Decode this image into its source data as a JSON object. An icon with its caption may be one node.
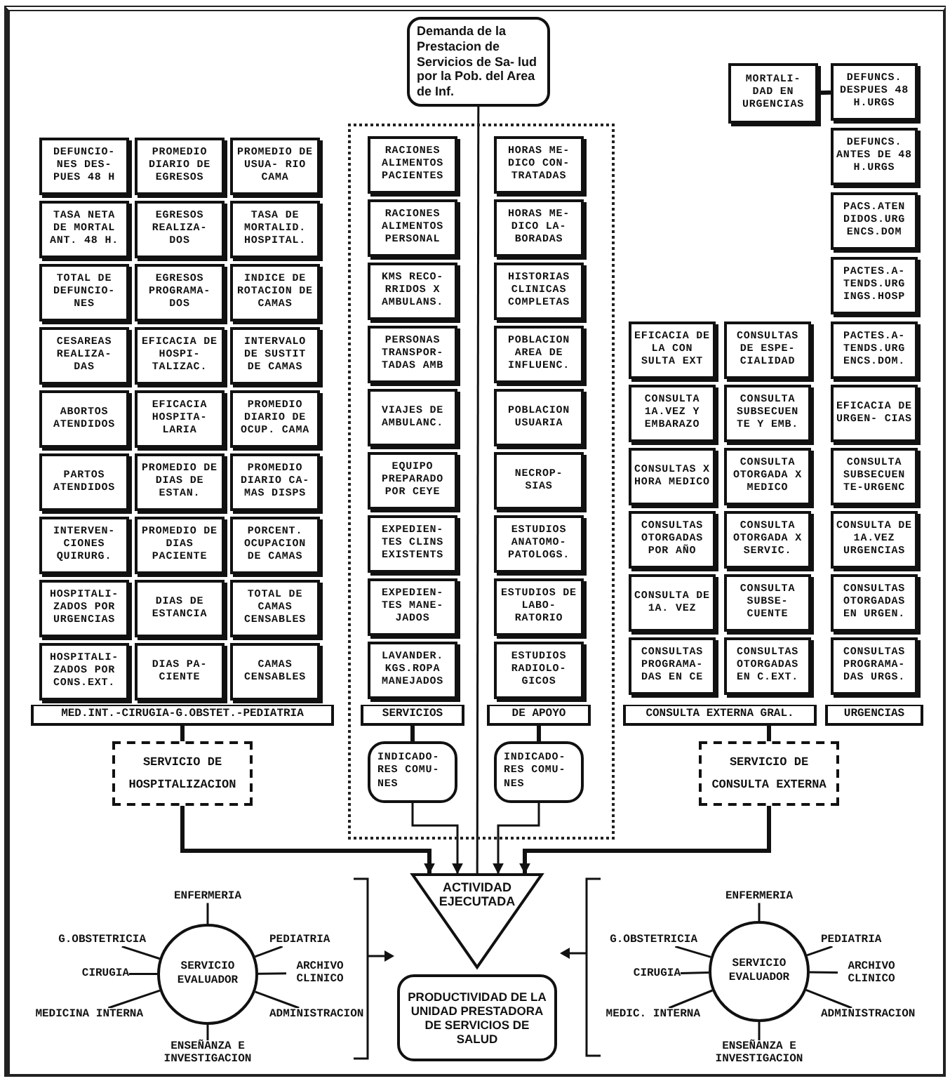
{
  "diagram": {
    "nodes": [
      {
        "text": [
          "Demanda de la Prestacion de Servicios de Sa- lud por la Pob. del Area de Inf."
        ]
      },
      {
        "text": [
          "MORTALI- DAD EN URGENCIAS"
        ]
      },
      {
        "text": [],
        "shape": "box"
      },
      {
        "text": [
          "DEFUNCIO- NES DES- PUES 48 H"
        ]
      },
      {
        "text": [
          "TASA NETA DE MORTAL ANT. 48 H."
        ]
      },
      {
        "text": [
          "TOTAL DE DEFUNCIO- NES"
        ]
      },
      {
        "text": [
          "CESAREAS REALIZA- DAS"
        ]
      },
      {
        "text": [
          "ABORTOS ATENDIDOS"
        ]
      },
      {
        "text": [
          "PARTOS ATENDIDOS"
        ]
      },
      {
        "text": [
          "INTERVEN- CIONES QUIRURG."
        ]
      },
      {
        "text": [
          "HOSPITALI- ZADOS POR URGENCIAS"
        ]
      },
      {
        "text": [
          "HOSPITALI- ZADOS POR CONS.EXT."
        ]
      },
      {
        "text": [
          "PROMEDIO DIARIO DE EGRESOS"
        ]
      },
      {
        "text": [
          "EGRESOS REALIZA- DOS"
        ]
      },
      {
        "text": [
          "EGRESOS PROGRAMA- DOS"
        ]
      },
      {
        "text": [
          "EFICACIA DE HOSPI- TALIZAC."
        ]
      },
      {
        "text": [
          "EFICACIA HOSPITA- LARIA"
        ]
      },
      {
        "text": [
          "PROMEDIO DE DIAS DE ESTAN."
        ]
      },
      {
        "text": [
          "PROMEDIO DE DIAS PACIENTE"
        ]
      },
      {
        "text": [
          "DIAS DE ESTANCIA"
        ]
      },
      {
        "text": [
          "DIAS PA- CIENTE"
        ]
      },
      {
        "text": [
          "PROMEDIO DE USUA- RIO CAMA"
        ]
      },
      {
        "text": [
          "TASA DE MORTALID. HOSPITAL."
        ]
      },
      {
        "text": [
          "INDICE DE ROTACION DE CAMAS"
        ]
      },
      {
        "text": [
          "INTERVALO DE SUSTIT DE CAMAS"
        ]
      },
      {
        "text": [
          "PROMEDIO DIARIO DE OCUP. CAMA"
        ]
      },
      {
        "text": [
          "PROMEDIO DIARIO CA- MAS DISPS"
        ]
      },
      {
        "text": [
          "PORCENT. OCUPACION DE CAMAS"
        ]
      },
      {
        "text": [
          "TOTAL DE CAMAS CENSABLES"
        ]
      },
      {
        "text": [
          "CAMAS CENSABLES"
        ]
      },
      {
        "text": [
          "MED.INT.-CIRUGIA-G.OBSTET.-PEDIATRIA"
        ]
      },
      {
        "text": [
          "RACIONES ALIMENTOS PACIENTES"
        ],
        "in": 2
      },
      {
        "text": [
          "RACIONES ALIMENTOS PERSONAL"
        ],
        "in": 2
      },
      {
        "text": [
          "KMS RECO- RRIDOS X AMBULANS."
        ],
        "in": 2
      },
      {
        "text": [
          "PERSONAS TRANSPOR- TADAS AMB"
        ],
        "in": 2
      },
      {
        "text": [
          "VIAJES DE AMBULANC."
        ],
        "in": 2
      },
      {
        "text": [
          "EQUIPO PREPARADO POR CEYE"
        ],
        "in": 2
      },
      {
        "text": [
          "EXPEDIEN- TES CLINS EXISTENTS"
        ],
        "in": 2
      },
      {
        "text": [
          "EXPEDIEN- TES MANE- JADOS"
        ],
        "in": 2
      },
      {
        "text": [
          "LAVANDER. KGS.ROPA MANEJADOS"
        ],
        "in": 2
      },
      {
        "text": [
          "SERVICIOS"
        ],
        "in": 2
      },
      {
        "text": [
          "HORAS ME- DICO CON- TRATADAS"
        ],
        "in": 2
      },
      {
        "text": [
          "HORAS ME- DICO LA- BORADAS"
        ],
        "in": 2
      },
      {
        "text": [
          "HISTORIAS CLINICAS COMPLETAS"
        ],
        "in": 2
      },
      {
        "text": [
          "POBLACION AREA DE INFLUENC."
        ],
        "in": 2
      },
      {
        "text": [
          "POBLACION USUARIA"
        ],
        "in": 2
      },
      {
        "text": [
          "NECROP- SIAS"
        ],
        "in": 2
      },
      {
        "text": [
          "ESTUDIOS ANATOMO- PATOLOGS."
        ],
        "in": 2
      },
      {
        "text": [
          "ESTUDIOS DE LABO- RATORIO"
        ],
        "in": 2
      },
      {
        "text": [
          "ESTUDIOS RADIOLO- GICOS"
        ],
        "in": 2
      },
      {
        "text": [
          "DE APOYO"
        ],
        "in": 2
      },
      {
        "text": [
          "INDICADO- RES COMU- NES"
        ],
        "in": 2
      },
      {
        "text": [
          "INDICADO- RES COMU- NES"
        ],
        "in": 2
      },
      {
        "text": [
          "EFICACIA DE LA CON SULTA EXT"
        ]
      },
      {
        "text": [
          "CONSULTA 1A.VEZ Y EMBARAZO"
        ]
      },
      {
        "text": [
          "CONSULTAS X HORA MEDICO"
        ]
      },
      {
        "text": [
          "CONSULTAS OTORGADAS POR AÑO"
        ]
      },
      {
        "text": [
          "CONSULTA DE 1A. VEZ"
        ]
      },
      {
        "text": [
          "CONSULTAS PROGRAMA- DAS EN CE"
        ]
      },
      {
        "text": [
          "CONSULTAS DE ESPE- CIALIDAD"
        ]
      },
      {
        "text": [
          "CONSULTA SUBSECUEN TE Y EMB."
        ]
      },
      {
        "text": [
          "CONSULTA OTORGADA X MEDICO"
        ]
      },
      {
        "text": [
          "CONSULTA OTORGADA X SERVIC."
        ]
      },
      {
        "text": [
          "CONSULTA SUBSE- CUENTE"
        ]
      },
      {
        "text": [
          "CONSULTAS OTORGADAS EN C.EXT."
        ]
      },
      {
        "text": [
          "CONSULTA EXTERNA GRAL."
        ]
      },
      {
        "text": [
          "DEFUNCS. DESPUES 48 H.URGS"
        ]
      },
      {
        "text": [
          "DEFUNCS. ANTES DE 48 H.URGS"
        ]
      },
      {
        "text": [
          "PACS.ATEN DIDOS.URG ENCS.DOM"
        ]
      },
      {
        "text": [
          "PACTES.A- TENDS.URG INGS.HOSP"
        ]
      },
      {
        "text": [
          "PACTES.A- TENDS.URG ENCS.DOM."
        ]
      },
      {
        "text": [
          "EFICACIA DE URGEN- CIAS"
        ]
      },
      {
        "text": [
          "CONSULTA SUBSECUEN TE-URGENC"
        ]
      },
      {
        "text": [
          "CONSULTA DE 1A.VEZ URGENCIAS"
        ]
      },
      {
        "text": [
          "CONSULTAS OTORGADAS EN URGEN."
        ]
      },
      {
        "text": [
          "CONSULTAS PROGRAMA- DAS URGS."
        ]
      },
      {
        "text": [
          "URGENCIAS"
        ]
      },
      {
        "text": [
          "SERVICIO DE HOSPITALIZACION"
        ]
      },
      {
        "text": [
          "SERVICIO DE CONSULTA EXTERNA"
        ]
      },
      {
        "text": [
          "ACTIVIDAD EJECUTADA"
        ]
      },
      {
        "text": [
          "PRODUCTIVIDAD DE LA UNIDAD PRESTADORA DE SERVICIOS DE SALUD"
        ]
      },
      {
        "text": [
          "SERVICIO EVALUADOR"
        ]
      },
      {
        "text": [
          "ENFERMERIA"
        ]
      },
      {
        "text": [
          "G.OBSTETRICIA"
        ]
      },
      {
        "text": [
          "PEDIATRIA"
        ]
      },
      {
        "text": [
          "CIRUGIA"
        ]
      },
      {
        "text": [
          "ARCHIVO CLINICO"
        ]
      },
      {
        "text": [
          "MEDICINA INTERNA"
        ]
      },
      {
        "text": [
          "ADMINISTRACION"
        ]
      },
      {
        "text": [
          "ENSEÑANZA E INVESTIGACION"
        ]
      },
      {
        "text": [
          "SERVICIO EVALUADOR"
        ]
      },
      {
        "text": [
          "ENFERMERIA"
        ]
      },
      {
        "text": [
          "G.OBSTETRICIA"
        ]
      },
      {
        "text": [
          "PEDIATRIA"
        ]
      },
      {
        "text": [
          "CIRUGIA"
        ]
      },
      {
        "text": [
          "ARCHIVO CLINICO"
        ]
      },
      {
        "text": [
          "MEDIC. INTERNA"
        ]
      },
      {
        "text": [
          "ADMINISTRACION"
        ]
      },
      {
        "text": [
          "ENSEÑANZA E INVESTIGACION"
        ]
      }
    ],
    "edges": [
      {
        "from": 0,
        "to": 79,
        "arrow": "none"
      },
      {
        "from": 1,
        "to": 66,
        "arrow": "none",
        "style": "thick"
      },
      {
        "from": 30,
        "to": 77,
        "arrow": "none",
        "style": "thick"
      },
      {
        "from": 77,
        "to": 79,
        "arrow": "to",
        "style": "thick"
      },
      {
        "from": 40,
        "to": 51,
        "arrow": "none",
        "style": "thick"
      },
      {
        "from": 50,
        "to": 52,
        "arrow": "none",
        "style": "thick"
      },
      {
        "from": 51,
        "to": 79,
        "arrow": "to"
      },
      {
        "from": 52,
        "to": 79,
        "arrow": "to"
      },
      {
        "from": 65,
        "to": 78,
        "arrow": "none",
        "style": "thick"
      },
      {
        "from": 78,
        "to": 79,
        "arrow": "to",
        "style": "thick"
      },
      {
        "from": 81,
        "to": 82,
        "arrow": "none"
      },
      {
        "from": 81,
        "to": 83,
        "arrow": "none"
      },
      {
        "from": 81,
        "to": 84,
        "arrow": "none"
      },
      {
        "from": 81,
        "to": 85,
        "arrow": "none"
      },
      {
        "from": 81,
        "to": 86,
        "arrow": "none"
      },
      {
        "from": 81,
        "to": 87,
        "arrow": "none"
      },
      {
        "from": 81,
        "to": 88,
        "arrow": "none"
      },
      {
        "from": 81,
        "to": 89,
        "arrow": "none"
      },
      {
        "from": 90,
        "to": 91,
        "arrow": "none"
      },
      {
        "from": 90,
        "to": 92,
        "arrow": "none"
      },
      {
        "from": 90,
        "to": 93,
        "arrow": "none"
      },
      {
        "from": 90,
        "to": 94,
        "arrow": "none"
      },
      {
        "from": 90,
        "to": 95,
        "arrow": "none"
      },
      {
        "from": 90,
        "to": 96,
        "arrow": "none"
      },
      {
        "from": 90,
        "to": 97,
        "arrow": "none"
      },
      {
        "from": 90,
        "to": 98,
        "arrow": "none"
      }
    ]
  }
}
